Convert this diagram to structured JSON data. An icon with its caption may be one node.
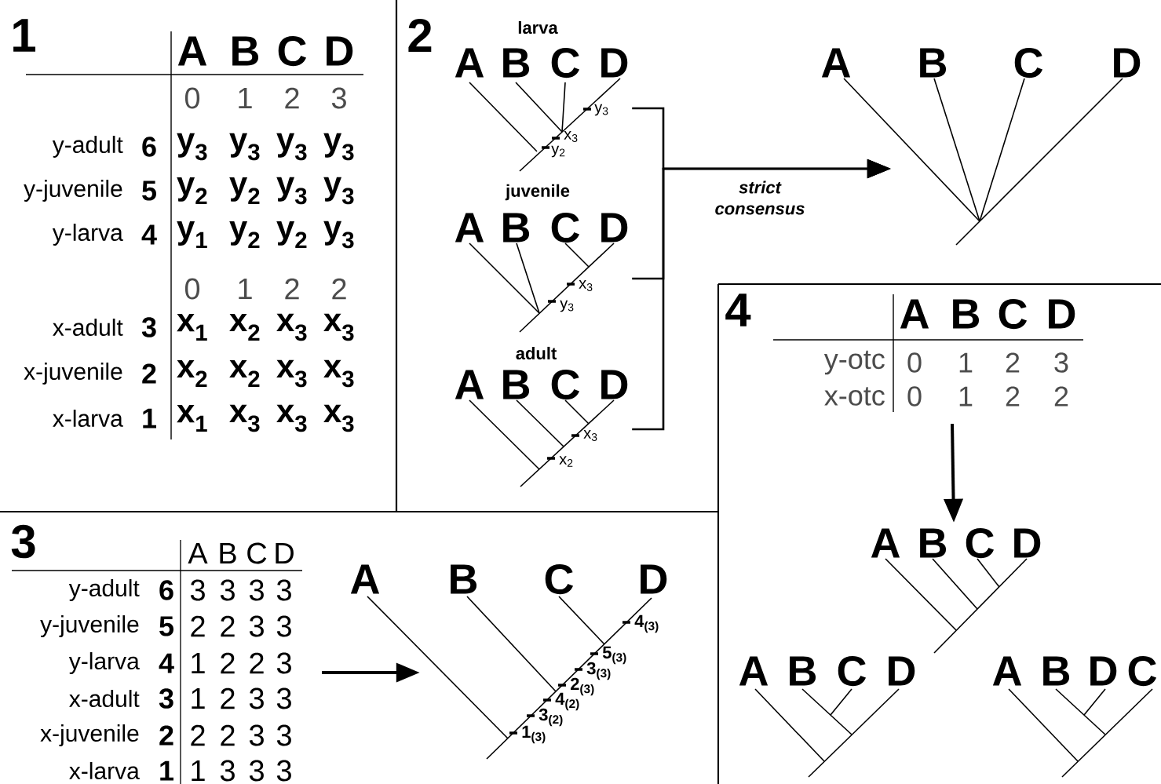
{
  "diagram": {
    "nodes": [
      {
        "text": [
          "larva",
          "A",
          "B",
          "C",
          "D"
        ]
      },
      {
        "text": [
          "juvenile",
          "A",
          "B",
          "C",
          "D"
        ]
      },
      {
        "text": [
          "adult",
          "A",
          "B",
          "C",
          "D"
        ]
      },
      {
        "text": [
          "A",
          "B",
          "C",
          "D"
        ]
      },
      {
        "text": [
          "A",
          "B",
          "C",
          "D"
        ]
      },
      {
        "text": [
          "A",
          "B",
          "C",
          "D"
        ]
      },
      {
        "text": [
          "A",
          "B",
          "C",
          "D"
        ]
      },
      {
        "text": [
          "A",
          "B",
          "D",
          "C"
        ]
      }
    ],
    "edges": [
      {
        "from": 0,
        "to": 3,
        "arrow": "to"
      },
      {
        "from": 1,
        "to": 3,
        "arrow": "to",
        "label": "strict consensus"
      },
      {
        "from": 2,
        "to": 3,
        "arrow": "to"
      },
      {
        "from": null,
        "to": 4,
        "arrow": "to"
      },
      {
        "from": null,
        "to": 5,
        "arrow": "to"
      }
    ],
    "labels": [
      "1",
      "A",
      "B",
      "C",
      "D",
      "0",
      "1",
      "2",
      "3",
      "y-adult",
      "6",
      "y$_{3}$",
      "y$_{3}$",
      "y$_{3}$",
      "y$_{3}$",
      "y-juvenile",
      "5",
      "y$_{2}$",
      "y$_{2}$",
      "y$_{3}$",
      "y$_{3}$",
      "y-larva",
      "4",
      "y$_{1}$",
      "y$_{2}$",
      "y$_{2}$",
      "y$_{3}$",
      "0",
      "1",
      "2",
      "2",
      "x-adult",
      "3",
      "x$_{1}$",
      "x$_{2}$",
      "x$_{3}$",
      "x$_{3}$",
      "x-juvenile",
      "2",
      "x$_{2}$",
      "x$_{2}$",
      "x$_{3}$",
      "x$_{3}$",
      "x-larva",
      "1",
      "x$_{1}$",
      "x$_{3}$",
      "x$_{3}$",
      "x$_{3}$",
      "2",
      "y$_{3}$",
      "x$_{3}$",
      "y$_{2}$",
      "x$_{3}$",
      "y$_{3}$",
      "x$_{3}$",
      "x$_{2}$",
      "3",
      "A",
      "B",
      "C",
      "D",
      "y-adult",
      "6",
      "3",
      "3",
      "3",
      "3",
      "y-juvenile",
      "5",
      "2",
      "2",
      "3",
      "3",
      "y-larva",
      "4",
      "1",
      "2",
      "2",
      "3",
      "x-adult",
      "3",
      "1",
      "2",
      "3",
      "3",
      "x-juvenile",
      "2",
      "2",
      "2",
      "3",
      "3",
      "x-larva",
      "1",
      "1",
      "3",
      "3",
      "3",
      "4$_{(3)}$",
      "5$_{(3)}$",
      "3$_{(3)}$",
      "2$_{(3)}$",
      "4$_{(2)}$",
      "3$_{(2)}$",
      "1$_{(3)}$",
      "4",
      "A",
      "B",
      "C",
      "D",
      "y-otc",
      "0",
      "1",
      "2",
      "3",
      "x-otc",
      "0",
      "1",
      "2",
      "2"
    ]
  }
}
